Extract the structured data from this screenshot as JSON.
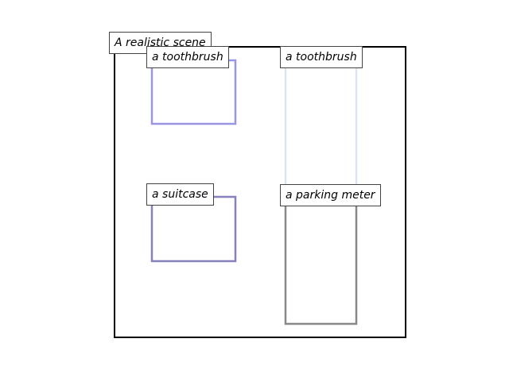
{
  "scene": {
    "title": "A realistic scene",
    "frame_color": "#000000"
  },
  "objects": [
    {
      "label": "a toothbrush",
      "color": "#9b95e6"
    },
    {
      "label": "a toothbrush",
      "color": "#dde4f0"
    },
    {
      "label": "a suitcase",
      "color": "#8680bc"
    },
    {
      "label": "a parking meter",
      "color": "#888888"
    }
  ]
}
